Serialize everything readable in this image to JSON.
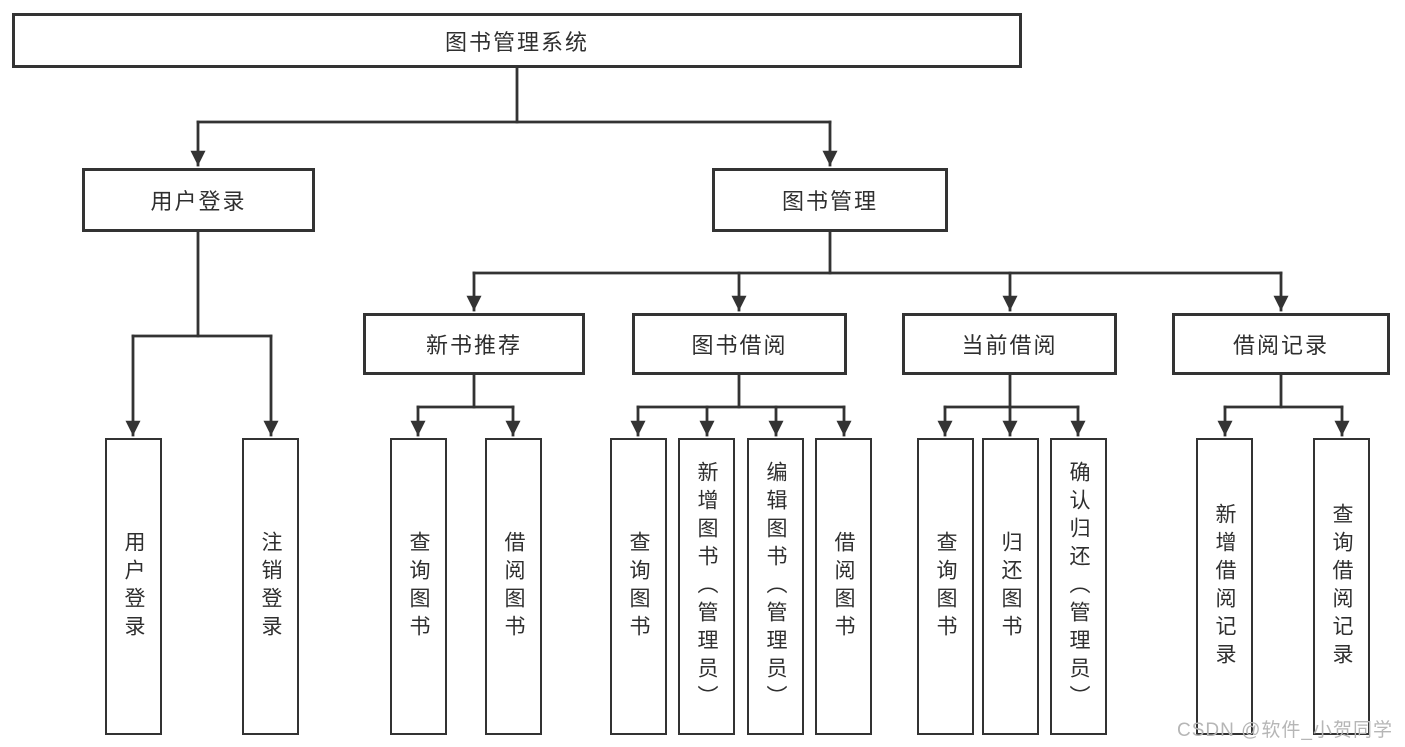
{
  "colors": {
    "line": "#333333",
    "text": "#2f2f2f",
    "watermark": "#b6b6b6",
    "background": "#ffffff"
  },
  "watermark": {
    "text": "CSDN @软件_小贺同学"
  },
  "tree": {
    "label": "图书管理系统",
    "children": [
      {
        "label": "用户登录",
        "children": [
          {
            "label": "用户登录"
          },
          {
            "label": "注销登录"
          }
        ]
      },
      {
        "label": "图书管理",
        "children": [
          {
            "label": "新书推荐",
            "children": [
              {
                "label": "查询图书"
              },
              {
                "label": "借阅图书"
              }
            ]
          },
          {
            "label": "图书借阅",
            "children": [
              {
                "label": "查询图书"
              },
              {
                "label": "新增图书（管理员）"
              },
              {
                "label": "编辑图书（管理员）"
              },
              {
                "label": "借阅图书"
              }
            ]
          },
          {
            "label": "当前借阅",
            "children": [
              {
                "label": "查询图书"
              },
              {
                "label": "归还图书"
              },
              {
                "label": "确认归还（管理员）"
              }
            ]
          },
          {
            "label": "借阅记录",
            "children": [
              {
                "label": "新增借阅记录"
              },
              {
                "label": "查询借阅记录"
              }
            ]
          }
        ]
      }
    ]
  }
}
